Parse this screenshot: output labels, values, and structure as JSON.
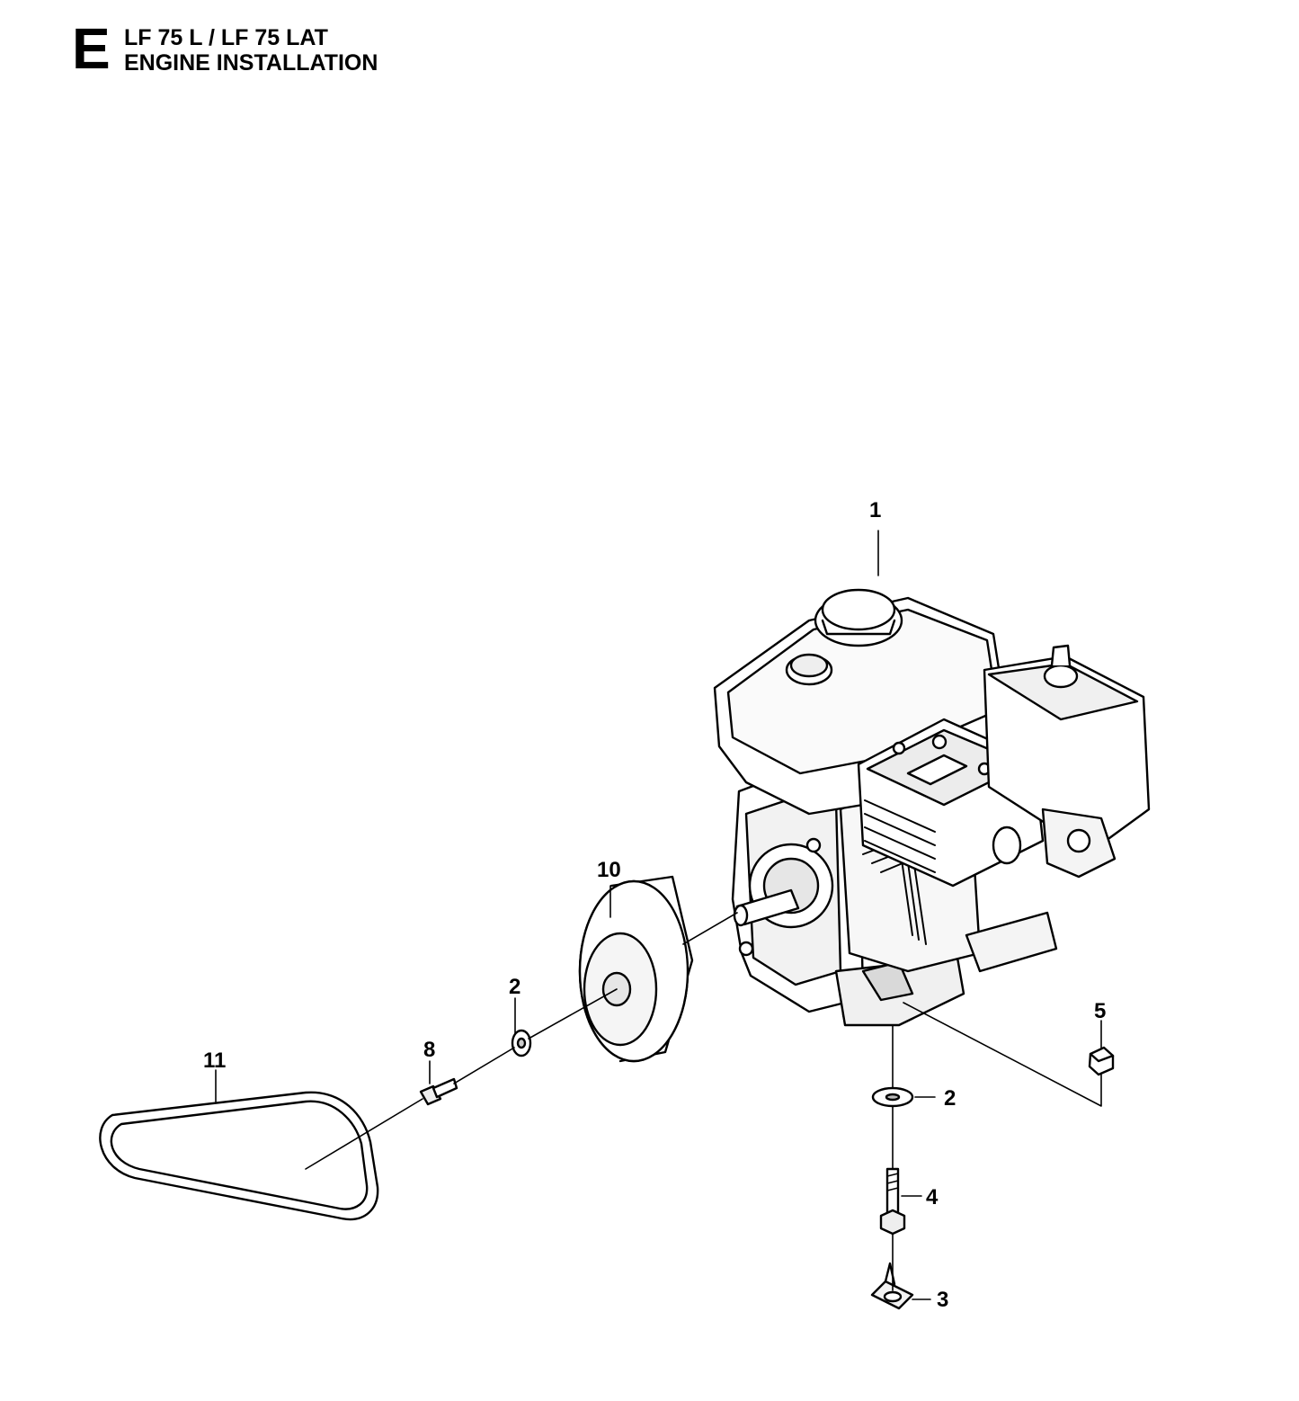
{
  "header": {
    "section_letter": "E",
    "model_line": "LF 75 L / LF 75 LAT",
    "section_title": "ENGINE INSTALLATION"
  },
  "callouts": {
    "engine": "1",
    "washer_shaft": "2",
    "washer_mount": "2",
    "lock_plate": "3",
    "mount_bolt": "4",
    "nut": "5",
    "pulley_bolt": "8",
    "pulley": "10",
    "v_belt": "11"
  },
  "colors": {
    "line": "#000000",
    "fill": "#ffffff",
    "shade": "#e6e6e6"
  }
}
